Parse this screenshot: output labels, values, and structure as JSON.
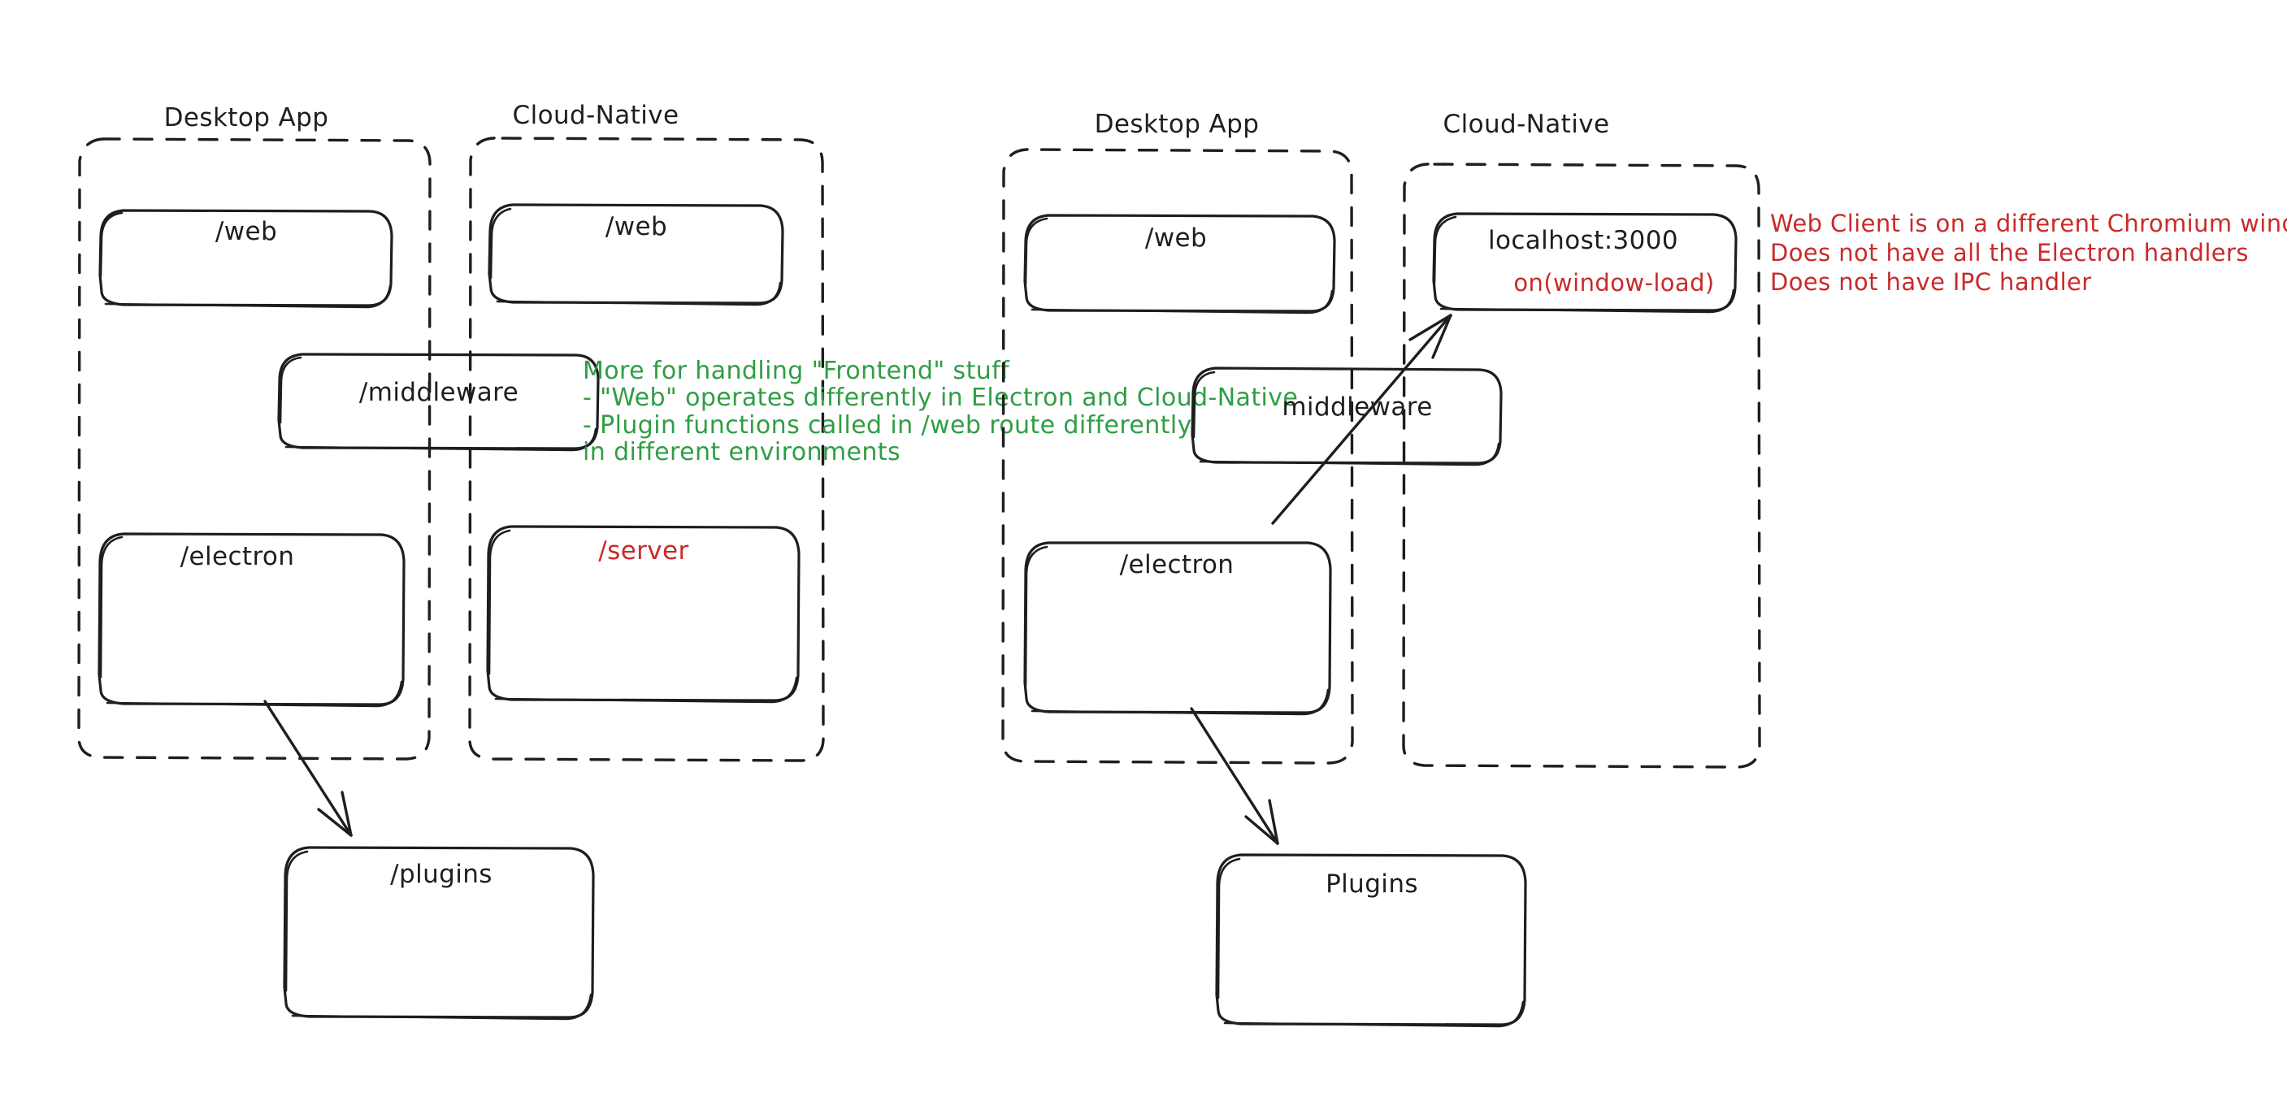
{
  "diagram": {
    "title_left": "Desktop App",
    "title_right": "Cloud-Native",
    "groups": [
      {
        "id": "left-diagram",
        "containers": [
          {
            "id": "left-desktop",
            "title": "Desktop App"
          },
          {
            "id": "left-cloud",
            "title": "Cloud-Native"
          }
        ],
        "nodes": [
          {
            "id": "left-desktop-web",
            "label": "/web",
            "color": "#1e1e1e"
          },
          {
            "id": "left-cloud-web",
            "label": "/web",
            "color": "#1e1e1e"
          },
          {
            "id": "left-middleware",
            "label": "/middleware",
            "color": "#1e1e1e"
          },
          {
            "id": "left-electron",
            "label": "/electron",
            "color": "#1e1e1e"
          },
          {
            "id": "left-server",
            "label": "/server",
            "color": "#c92a2a"
          },
          {
            "id": "left-plugins",
            "label": "/plugins",
            "color": "#1e1e1e"
          }
        ]
      },
      {
        "id": "right-diagram",
        "containers": [
          {
            "id": "right-desktop",
            "title": "Desktop App"
          },
          {
            "id": "right-cloud",
            "title": "Cloud-Native"
          }
        ],
        "nodes": [
          {
            "id": "right-desktop-web",
            "label": "/web",
            "color": "#1e1e1e"
          },
          {
            "id": "right-localhost",
            "label": "localhost:3000",
            "sublabel": "on(window-load)",
            "color": "#1e1e1e",
            "sublabel_color": "#c92a2a"
          },
          {
            "id": "right-middleware",
            "label": "middleware",
            "color": "#1e1e1e"
          },
          {
            "id": "right-electron",
            "label": "/electron",
            "color": "#1e1e1e"
          },
          {
            "id": "right-plugins",
            "label": "Plugins",
            "color": "#1e1e1e"
          }
        ]
      }
    ],
    "notes": {
      "green": {
        "color": "#2f9e44",
        "lines": [
          "More for handling \"Frontend\" stuff",
          "- \"Web\" operates differently in Electron and Cloud-Native",
          "- Plugin functions called in /web route differently",
          "in different environments"
        ]
      },
      "red": {
        "color": "#c92a2a",
        "lines": [
          "Web Client is on a different Chromium window",
          "Does not have all the Electron handlers",
          "Does not have IPC handler"
        ]
      }
    },
    "arrows": [
      {
        "id": "arrow-left-electron-to-plugins",
        "from": "left-electron",
        "to": "left-plugins"
      },
      {
        "id": "arrow-right-electron-to-plugins",
        "from": "right-electron",
        "to": "right-plugins"
      },
      {
        "id": "arrow-right-electron-to-localhost",
        "from": "right-electron",
        "to": "right-localhost"
      }
    ],
    "colors": {
      "stroke": "#1e1e1e",
      "accent_red": "#c92a2a",
      "accent_green": "#2f9e44",
      "background": "#ffffff"
    }
  }
}
